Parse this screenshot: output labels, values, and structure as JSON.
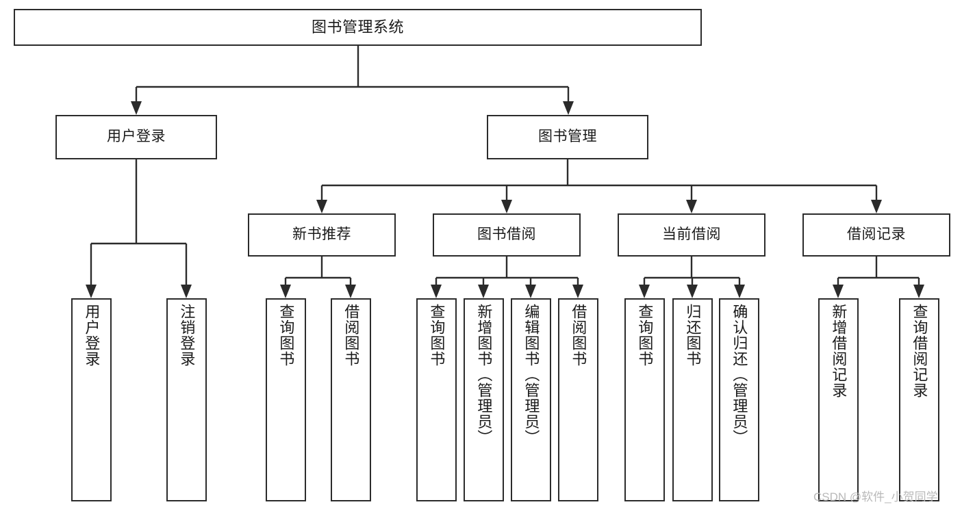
{
  "diagram": {
    "type": "hierarchy-tree",
    "title": "图书管理系统",
    "root": {
      "id": "root",
      "label": "图书管理系统"
    },
    "level2": [
      {
        "id": "user-login",
        "label": "用户登录"
      },
      {
        "id": "book-manage",
        "label": "图书管理"
      }
    ],
    "level3": [
      {
        "id": "new-book-recommend",
        "label": "新书推荐"
      },
      {
        "id": "book-borrow",
        "label": "图书借阅"
      },
      {
        "id": "current-borrow",
        "label": "当前借阅"
      },
      {
        "id": "borrow-record",
        "label": "借阅记录"
      }
    ],
    "leaves": [
      {
        "id": "leaf-user-login",
        "label": "用户登录",
        "parent": "user-login"
      },
      {
        "id": "leaf-user-logout",
        "label": "注销登录",
        "parent": "user-login"
      },
      {
        "id": "leaf-query-book-1",
        "label": "查询图书",
        "parent": "new-book-recommend"
      },
      {
        "id": "leaf-borrow-book-1",
        "label": "借阅图书",
        "parent": "new-book-recommend"
      },
      {
        "id": "leaf-query-book-2",
        "label": "查询图书",
        "parent": "book-borrow"
      },
      {
        "id": "leaf-add-book",
        "label": "新增图书（管理员）",
        "parent": "book-borrow"
      },
      {
        "id": "leaf-edit-book",
        "label": "编辑图书（管理员）",
        "parent": "book-borrow"
      },
      {
        "id": "leaf-borrow-book-2",
        "label": "借阅图书",
        "parent": "book-borrow"
      },
      {
        "id": "leaf-query-book-3",
        "label": "查询图书",
        "parent": "current-borrow"
      },
      {
        "id": "leaf-return-book",
        "label": "归还图书",
        "parent": "current-borrow"
      },
      {
        "id": "leaf-confirm-return",
        "label": "确认归还（管理员）",
        "parent": "current-borrow"
      },
      {
        "id": "leaf-add-record",
        "label": "新增借阅记录",
        "parent": "borrow-record"
      },
      {
        "id": "leaf-query-record",
        "label": "查询借阅记录",
        "parent": "borrow-record"
      }
    ],
    "colors": {
      "stroke": "#2b2b2b",
      "fill": "#ffffff",
      "text": "#1a1a1a",
      "watermark": "#b9b9b9"
    }
  },
  "watermark": {
    "text": "CSDN @软件_小贺同学"
  }
}
